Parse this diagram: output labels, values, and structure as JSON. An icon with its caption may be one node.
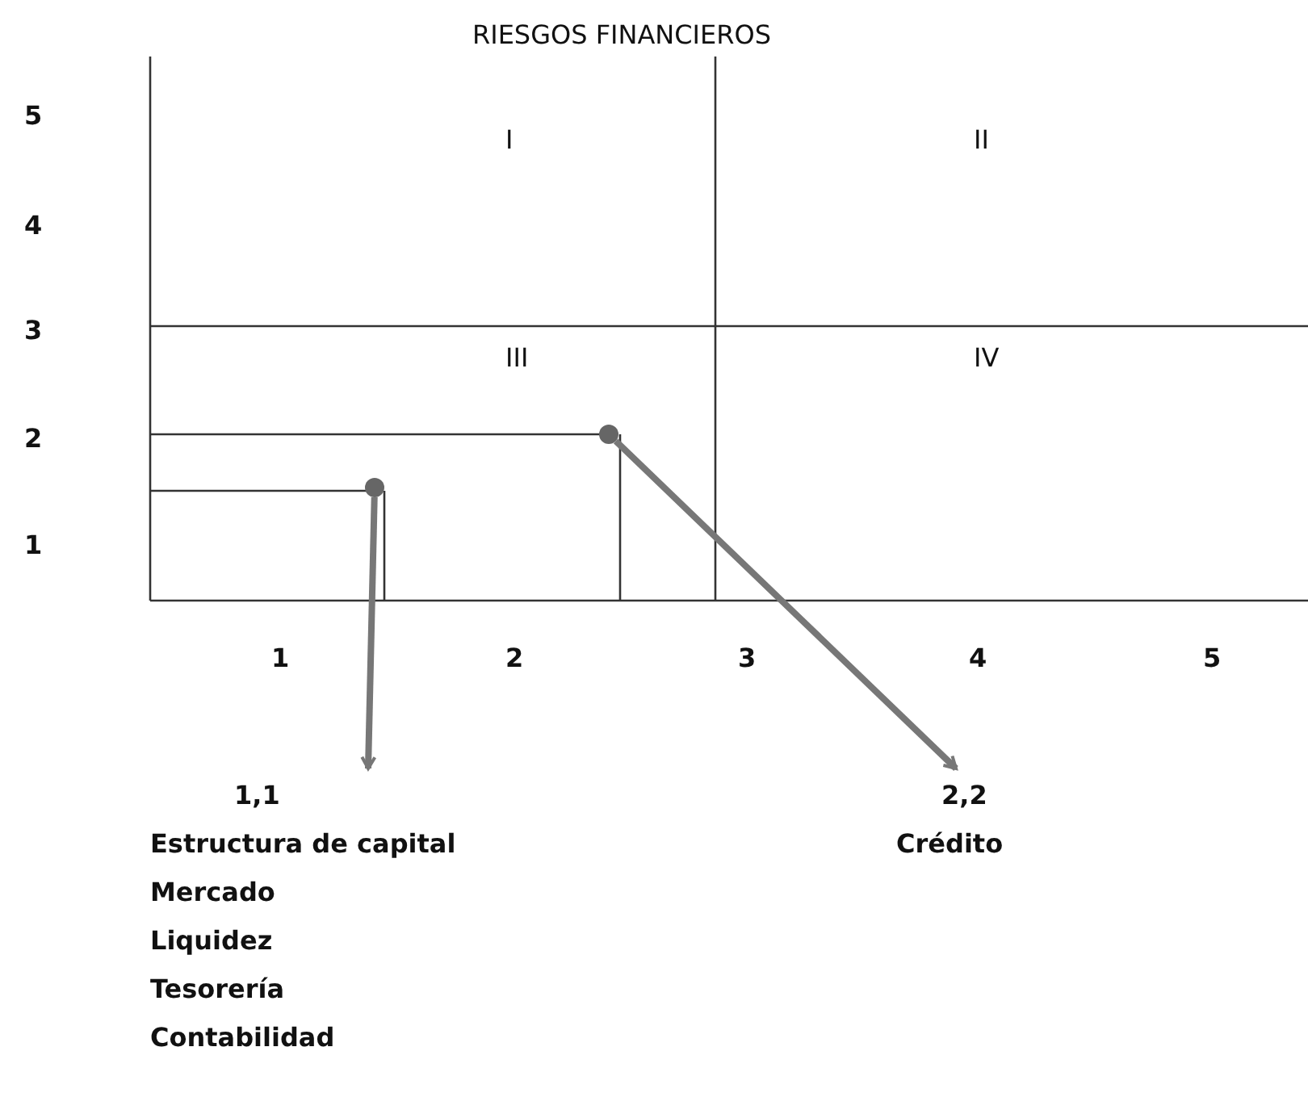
{
  "diagram": {
    "title": "RIESGOS FINANCIEROS",
    "nodes": [
      {
        "text": [],
        "shape": "circle"
      },
      {
        "text": [],
        "shape": "circle"
      },
      {
        "text": [
          "1,1",
          "Estructura de capital",
          "Mercado",
          "Liquidez",
          "Tesorería",
          "Contabilidad"
        ]
      },
      {
        "text": [
          "2,2",
          "Crédito"
        ]
      }
    ],
    "edges": [
      {
        "from": 0,
        "to": 2,
        "arrow": "to"
      },
      {
        "from": 1,
        "to": 3,
        "arrow": "to"
      }
    ],
    "labels": [
      "5",
      "I",
      "II",
      "4",
      "3",
      "III",
      "IV",
      "2",
      "1",
      "1",
      "2",
      "3",
      "4",
      "5"
    ]
  }
}
